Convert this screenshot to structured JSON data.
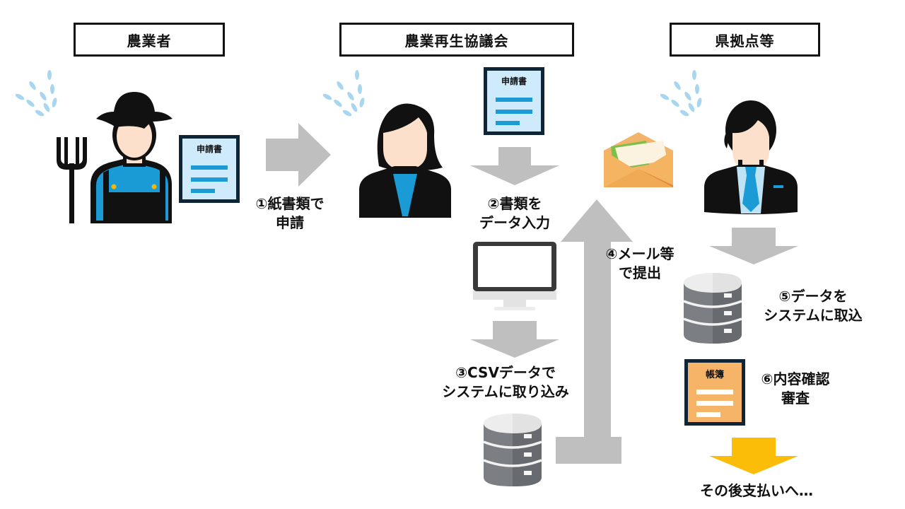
{
  "headers": {
    "farmer": "農業者",
    "council": "農業再生協議会",
    "prefecture": "県拠点等"
  },
  "documents": {
    "application_form": "申請書",
    "ledger": "帳簿"
  },
  "steps": [
    {
      "line1": "①紙書類で",
      "line2": "申請"
    },
    {
      "line1": "②書類を",
      "line2": "データ入力"
    },
    {
      "line1": "③CSVデータで",
      "line2": "システムに取り込み"
    },
    {
      "line1": "④メール等",
      "line2": "で提出"
    },
    {
      "line1": "⑤データを",
      "line2": "システムに取込"
    },
    {
      "line1": "⑥内容確認",
      "line2": "審査"
    }
  ],
  "final_note": "その後支払いへ…",
  "colors": {
    "arrow_gray": "#bfbfbf",
    "arrow_yellow": "#fbbd08",
    "doc_fill": "#cfeafb",
    "doc_border": "#0f2434",
    "doc_lines": "#1a9bd6",
    "ledger_fill": "#f5b467",
    "shirt_blue": "#1a9bd6",
    "skin": "#fde0cc",
    "drops": "#a8d6ef"
  },
  "icons": {
    "farmer": "farmer-icon",
    "council_staff": "woman-icon",
    "prefecture_staff": "businessman-icon",
    "computer": "monitor-icon",
    "database": "database-icon",
    "mail": "envelope-icon"
  }
}
